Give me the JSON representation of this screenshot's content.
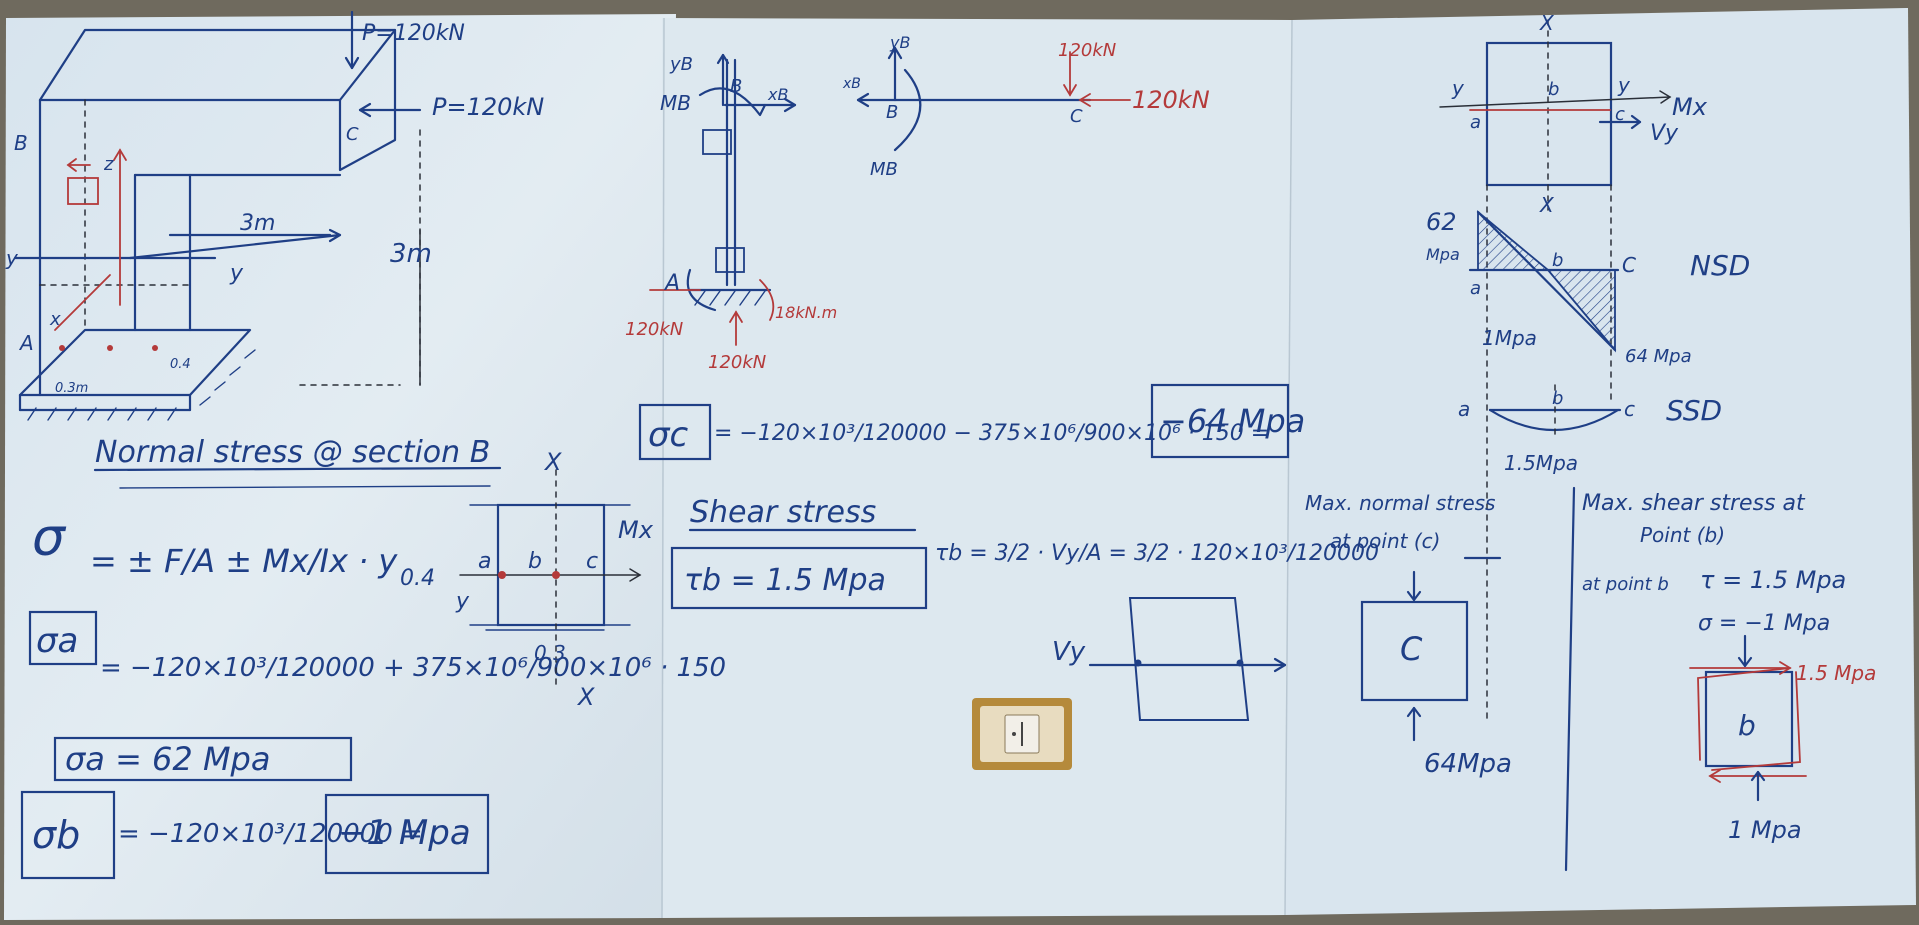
{
  "colors": {
    "board": "#dfe9f0",
    "ink_blue": "#1f3f86",
    "ink_red": "#b43a3a",
    "ink_dark": "#2a2f38",
    "wall": "#6f6a5e",
    "switch_gold": "#b58a3b"
  },
  "sheet1": {
    "load_p_top": "P=120kN",
    "load_p_side": "P=120kN",
    "label_b": "B",
    "label_c": "C",
    "label_a": "A",
    "label_z": "z",
    "label_y_left": "y",
    "label_y_right": "y",
    "label_x": "x",
    "dim_3m_horizontal": "3m",
    "dim_3m_vertical": "3m",
    "dim_03": "0.3m",
    "dim_04": "0.4",
    "heading": "Normal stress @ section B",
    "formula_general_sigma": "σ",
    "formula_general_rhs": "= ± F/A ± Mx/Ix · y",
    "sigma_a_lhs": "σa",
    "sigma_a_rhs": "= −120×10³/120000 + 375×10⁶/900×10⁶ · 150",
    "sigma_a_result": "σa = 62 Mpa",
    "sigma_b_lhs": "σb",
    "sigma_b_rhs": "= −120×10³/120000 =",
    "sigma_b_result": "−1 Mpa",
    "section_x_top": "X",
    "section_x_bottom": "X",
    "section_a": "a",
    "section_b": "b",
    "section_c": "c",
    "section_mx": "Mx",
    "section_y": "y",
    "section_04": "0.4",
    "section_03": "0.3"
  },
  "sheet2": {
    "fbd_yb": "yB",
    "fbd_xb": "xB",
    "fbd_mb": "MB",
    "fbd_b": "B",
    "fbd_a": "A",
    "fbd_react_120_left": "120kN",
    "fbd_react_120_up": "120kN",
    "fbd_react_18": "18kN.m",
    "beam_yb": "yB",
    "beam_xb": "xB",
    "beam_b": "B",
    "beam_c": "C",
    "beam_mb": "MB",
    "beam_load_down": "120kN",
    "beam_load_left": "120kN",
    "sigma_c_lhs": "σc",
    "sigma_c_rhs": "= −120×10³/120000 − 375×10⁶/900×10⁶ · 150 =",
    "sigma_c_result": "−64 Mpa",
    "shear_heading": "Shear stress",
    "tau_result": "τb = 1.5 Mpa",
    "tau_formula": "τb = 3/2 · Vy/A = 3/2 · 120×10³/120000",
    "vy_label": "Vy"
  },
  "sheet3": {
    "x_top": "X",
    "x_bottom": "X",
    "y_left": "y",
    "y_right": "y",
    "a": "a",
    "b": "b",
    "c": "c",
    "mx": "Mx",
    "vy": "Vy",
    "nsd_62": "62",
    "nsd_62_unit": "Mpa",
    "nsd_b": "b",
    "nsd_c": "C",
    "nsd_a": "a",
    "nsd_label": "NSD",
    "nsd_1mpa": "1Mpa",
    "nsd_64": "64 Mpa",
    "ssd_a": "a",
    "ssd_b": "b",
    "ssd_c": "c",
    "ssd_label": "SSD",
    "ssd_15": "1.5Mpa",
    "max_normal_heading": "Max. normal stress",
    "max_normal_point": "at point (c)",
    "max_normal_c": "C",
    "max_normal_64": "64Mpa",
    "max_shear_heading": "Max. shear stress at",
    "max_shear_point": "Point (b)",
    "at_point_b": "at point b",
    "at_point_b_tau": "τ = 1.5 Mpa",
    "at_point_b_sigma": "σ = −1 Mpa",
    "elem_b": "b",
    "elem_15": "1.5 Mpa",
    "elem_1": "1 Mpa"
  }
}
